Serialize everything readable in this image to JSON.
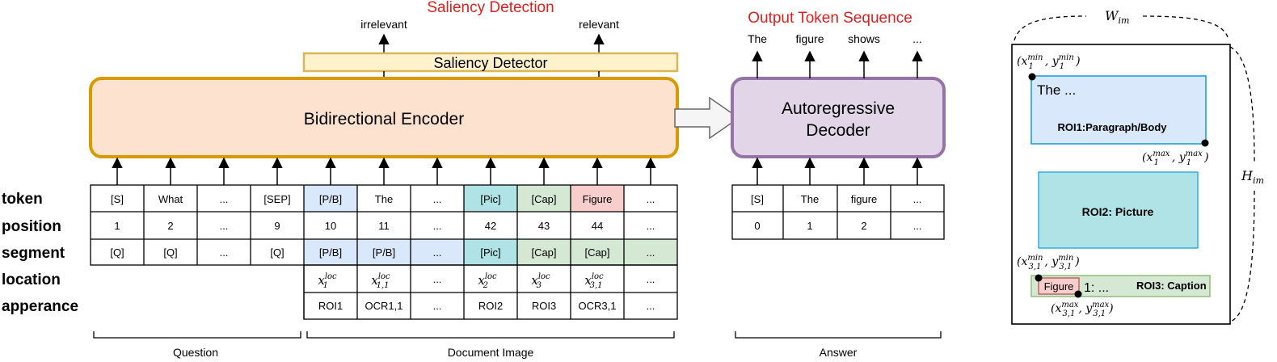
{
  "titles": {
    "saliency_detection": "Saliency Detection",
    "output_token_sequence": "Output Token Sequence"
  },
  "saliency": {
    "detector_label": "Saliency Detector",
    "irrelevant": "irrelevant",
    "relevant": "relevant"
  },
  "encoder": {
    "label": "Bidirectional Encoder"
  },
  "decoder": {
    "line1": "Autoregressive",
    "line2": "Decoder"
  },
  "output_tokens": [
    "The",
    "figure",
    "shows",
    "..."
  ],
  "row_labels": [
    "token",
    "position",
    "segment",
    "location",
    "apperance"
  ],
  "encoder_table": {
    "tokens": [
      "[S]",
      "What",
      "...",
      "[SEP]",
      "[P/B]",
      "The",
      "...",
      "[Pic]",
      "[Cap]",
      "Figure",
      "..."
    ],
    "positions": [
      "1",
      "2",
      "...",
      "9",
      "10",
      "11",
      "...",
      "42",
      "43",
      "44",
      "..."
    ],
    "segments": [
      "[Q]",
      "[Q]",
      "...",
      "[Q]",
      "[P/B]",
      "[P/B]",
      "...",
      "[Pic]",
      "[Cap]",
      "[Cap]",
      "..."
    ],
    "location": {
      "loc1": {
        "base": "x",
        "sub": "1",
        "sup": "loc"
      },
      "loc11": {
        "base": "x",
        "sub": "1,1",
        "sup": "loc"
      },
      "dots1": "...",
      "loc2": {
        "base": "x",
        "sub": "2",
        "sup": "loc"
      },
      "loc3": {
        "base": "x",
        "sub": "3",
        "sup": "loc"
      },
      "loc31": {
        "base": "x",
        "sub": "3,1",
        "sup": "loc"
      },
      "dots2": "..."
    },
    "appearance": [
      "ROI1",
      "OCR1,1",
      "...",
      "ROI2",
      "ROI3",
      "OCR3,1",
      "..."
    ]
  },
  "decoder_table": {
    "tokens": [
      "[S]",
      "The",
      "figure",
      "..."
    ],
    "positions": [
      "0",
      "1",
      "2",
      "..."
    ]
  },
  "brackets": {
    "question": "Question",
    "document_image": "Document Image",
    "answer": "Answer"
  },
  "image_panel": {
    "width_label": {
      "base": "W",
      "sub": "im"
    },
    "height_label": {
      "base": "H",
      "sub": "im"
    },
    "roi1_text": "The  ...",
    "roi1_label": "ROI1:Paragraph/Body",
    "roi2_label": "ROI2: Picture",
    "roi3_figure": "Figure",
    "roi3_text": "1: ...",
    "roi3_label": "ROI3: Caption",
    "p1min": {
      "base": "(x",
      "sub1": "1",
      "sup1": "min",
      "mid": ", y",
      "sub2": "1",
      "sup2": "min",
      "end": ")"
    },
    "p1max": {
      "base": "(x",
      "sub1": "1",
      "sup1": "max",
      "mid": ", y",
      "sub2": "1",
      "sup2": "max",
      "end": ")"
    },
    "p31min": {
      "base": "(x",
      "sub1": "3,1",
      "sup1": "min",
      "mid": ", y",
      "sub2": "3,1",
      "sup2": "min",
      "end": ")"
    },
    "p31max": {
      "base": "(x",
      "sub1": "3,1",
      "sup1": "max",
      "mid": ", y",
      "sub2": "3,1",
      "sup2": "max",
      "end": ")"
    }
  },
  "colors": {
    "encoder_fill": "#fde3cf",
    "encoder_stroke": "#d79b00",
    "decoder_fill": "#e1d5e7",
    "decoder_stroke": "#9673a6",
    "saliency_fill": "#fff2cc",
    "saliency_stroke": "#d6b656",
    "pb_blue": "#dae8fc",
    "pic_teal": "#b0e3e6",
    "cap_green": "#d5e8d4",
    "fig_red": "#f8cecc",
    "title_red": "#e02020"
  }
}
